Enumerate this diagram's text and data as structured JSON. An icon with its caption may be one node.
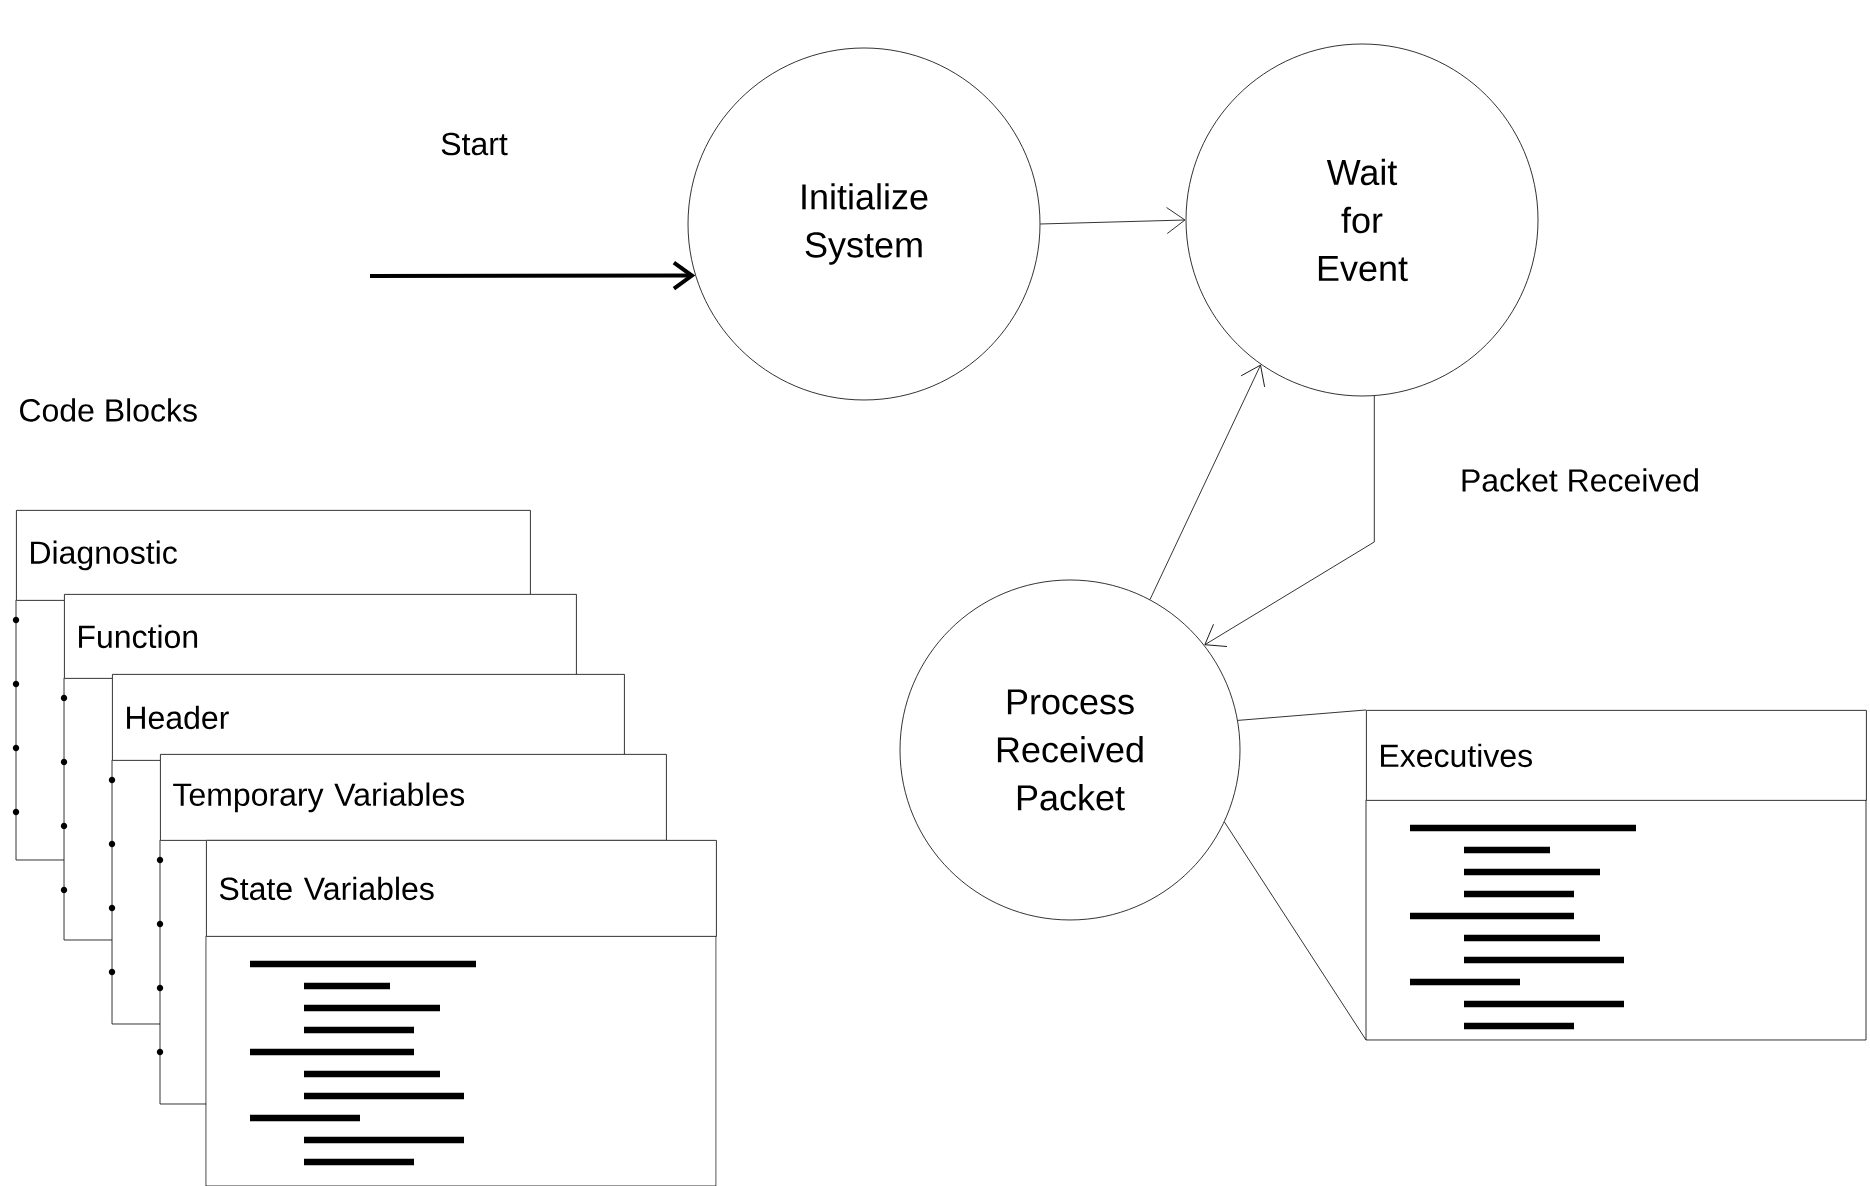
{
  "diagram": {
    "nodes": [
      {
        "text": [
          "Initialize System"
        ]
      },
      {
        "text": [
          "Wait for Event"
        ]
      },
      {
        "text": [
          "Process Received Packet"
        ]
      },
      {
        "text": [
          "Executives"
        ]
      },
      {
        "text": [
          "Diagnostic"
        ]
      },
      {
        "text": [
          "Function"
        ]
      },
      {
        "text": [
          "Header"
        ]
      },
      {
        "text": [
          "Temporary Variables"
        ]
      },
      {
        "text": [
          "State Variables"
        ]
      }
    ],
    "edges": [
      {
        "from": null,
        "to": 0,
        "arrow": "to",
        "label": "Start",
        "style": "thick"
      },
      {
        "from": 0,
        "to": 1,
        "arrow": "to"
      },
      {
        "from": 1,
        "to": 2,
        "arrow": "to",
        "label": "Packet Received"
      },
      {
        "from": 2,
        "to": 1,
        "arrow": "to"
      },
      {
        "from": 2,
        "to": 3,
        "arrow": "none"
      },
      {
        "from": 2,
        "to": 3,
        "arrow": "none"
      }
    ],
    "labels": [
      "Code Blocks"
    ]
  }
}
